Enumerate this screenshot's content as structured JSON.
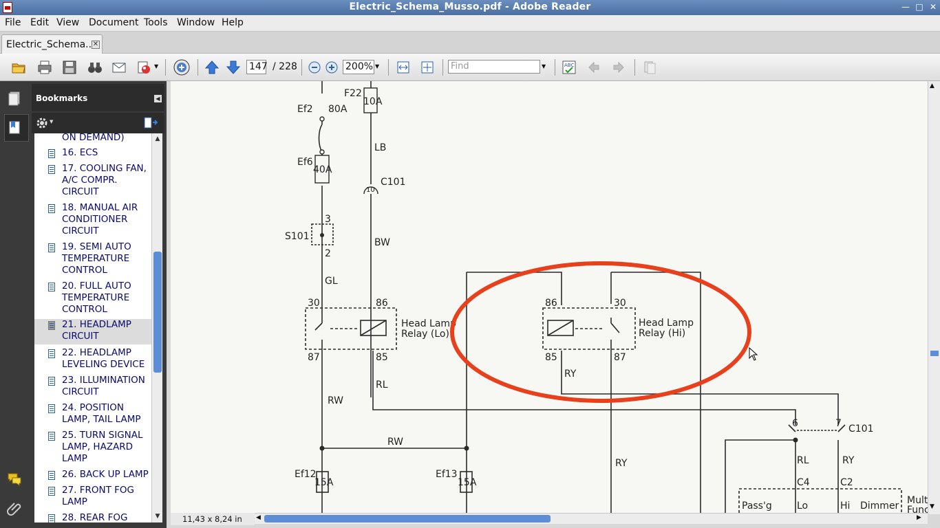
{
  "window": {
    "title": "Electric_Schema_Musso.pdf - Adobe Reader"
  },
  "menu": [
    "File",
    "Edit",
    "View",
    "Document",
    "Tools",
    "Window",
    "Help"
  ],
  "tab": {
    "label": "Electric_Schema..."
  },
  "toolbar": {
    "page_current": "147",
    "page_total": "/ 228",
    "zoom": "200%",
    "find_placeholder": "Find"
  },
  "bookmarks": {
    "title": "Bookmarks",
    "items": [
      {
        "label": "ON DEMAND)",
        "selected": false,
        "partial": true
      },
      {
        "label": "16. ECS",
        "selected": false
      },
      {
        "label": "17. COOLING FAN,\nA/C COMPR.\nCIRCUIT",
        "selected": false
      },
      {
        "label": "18. MANUAL AIR\nCONDITIONER\nCIRCUIT",
        "selected": false
      },
      {
        "label": "19. SEMI AUTO\nTEMPERATURE\nCONTROL",
        "selected": false
      },
      {
        "label": "20. FULL AUTO\nTEMPERATURE\nCONTROL",
        "selected": false
      },
      {
        "label": "21. HEADLAMP\nCIRCUIT",
        "selected": true
      },
      {
        "label": "22. HEADLAMP\nLEVELING DEVICE",
        "selected": false
      },
      {
        "label": "23. ILLUMINATION\nCIRCUIT",
        "selected": false
      },
      {
        "label": "24. POSITION\nLAMP, TAIL LAMP",
        "selected": false
      },
      {
        "label": "25. TURN SIGNAL\nLAMP, HAZARD\nLAMP",
        "selected": false
      },
      {
        "label": "26. BACK UP LAMP",
        "selected": false
      },
      {
        "label": "27. FRONT FOG\nLAMP",
        "selected": false
      },
      {
        "label": "28. REAR FOG",
        "selected": false
      }
    ]
  },
  "status": {
    "page_size": "11,43 x 8,24 in"
  },
  "schematic": {
    "labels": {
      "f22": "F22",
      "f22_rating": "10A",
      "ef2": "Ef2",
      "ef2_rating": "80A",
      "lb": "LB",
      "ef6": "Ef6",
      "ef6_rating": "40A",
      "c101_top": "C101",
      "c101_pin": "10",
      "s101": "S101",
      "s101_pin_top": "3",
      "s101_pin_bottom": "2",
      "bw": "BW",
      "gl": "GL",
      "lo_30": "30",
      "lo_86": "86",
      "lo_87": "87",
      "lo_85": "85",
      "lo_name_1": "Head Lamp",
      "lo_name_2": "Relay (Lo)",
      "hi_86": "86",
      "hi_30": "30",
      "hi_85": "85",
      "hi_87": "87",
      "hi_name_1": "Head Lamp",
      "hi_name_2": "Relay (Hi)",
      "ry_1": "RY",
      "ry_2": "RY",
      "ry_3": "RY",
      "rw_1": "RW",
      "rw_2": "RW",
      "rl_1": "RL",
      "rl_2": "RL",
      "c101_right": "C101",
      "c101_pin6": "6",
      "c101_pin7": "7",
      "ef12": "Ef12",
      "ef12_rating": "15A",
      "ef13": "Ef13",
      "ef13_rating": "15A",
      "c4": "C4",
      "c2": "C2",
      "passg": "Pass'g",
      "lo": "Lo",
      "hi": "Hi",
      "dimmer": "Dimmer",
      "mult_1": "Mult",
      "mult_2": "Func"
    },
    "annotation_color": "#e8401c"
  }
}
